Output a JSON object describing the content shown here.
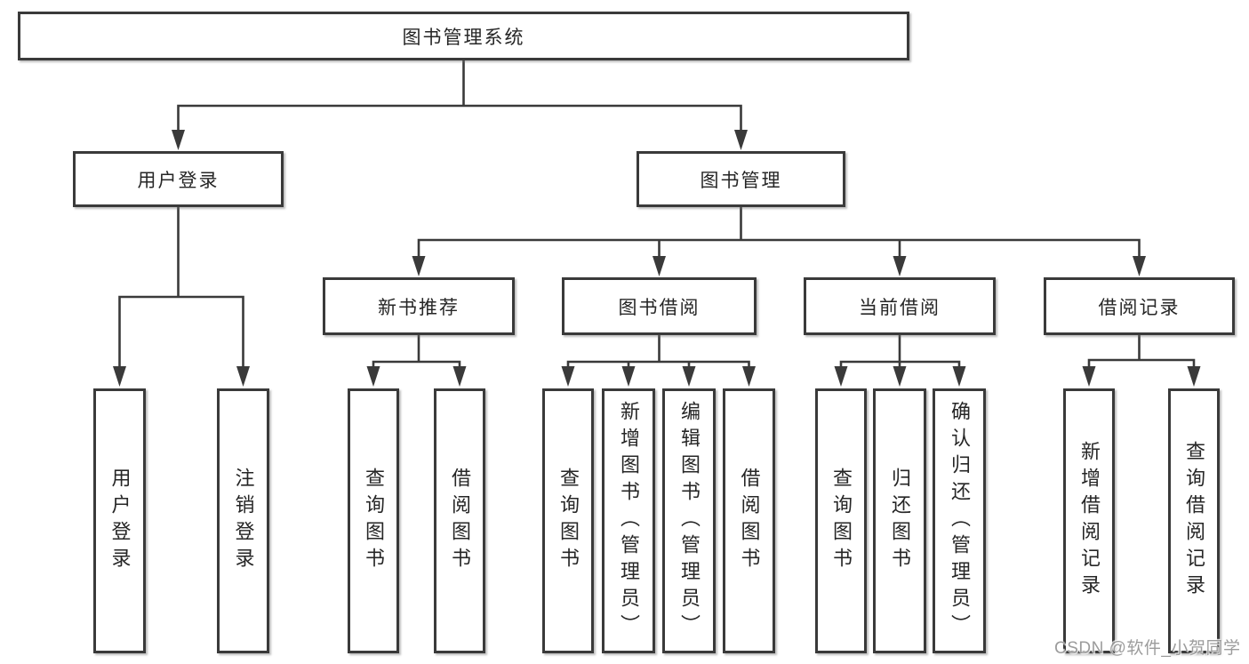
{
  "diagram": {
    "type": "hierarchy-tree",
    "colors": {
      "line": "#3a3a3a",
      "box_border": "#3a3a3a",
      "box_background": "#ffffff",
      "text": "#262626",
      "watermark_text": "#9c9c9c",
      "canvas": "#ffffff"
    },
    "root": {
      "label": "图书管理系统",
      "children": [
        {
          "label": "用户登录",
          "children": [
            {
              "label": "用户登录"
            },
            {
              "label": "注销登录"
            }
          ]
        },
        {
          "label": "图书管理",
          "children": [
            {
              "label": "新书推荐",
              "children": [
                {
                  "label": "查询图书"
                },
                {
                  "label": "借阅图书"
                }
              ]
            },
            {
              "label": "图书借阅",
              "children": [
                {
                  "label": "查询图书"
                },
                {
                  "label": "新增图书（管理员）"
                },
                {
                  "label": "编辑图书（管理员）"
                },
                {
                  "label": "借阅图书"
                }
              ]
            },
            {
              "label": "当前借阅",
              "children": [
                {
                  "label": "查询图书"
                },
                {
                  "label": "归还图书"
                },
                {
                  "label": "确认归还（管理员）"
                }
              ]
            },
            {
              "label": "借阅记录",
              "children": [
                {
                  "label": "新增借阅记录"
                },
                {
                  "label": "查询借阅记录"
                }
              ]
            }
          ]
        }
      ]
    },
    "watermark": {
      "text": "CSDN @软件_小贺同学"
    }
  }
}
